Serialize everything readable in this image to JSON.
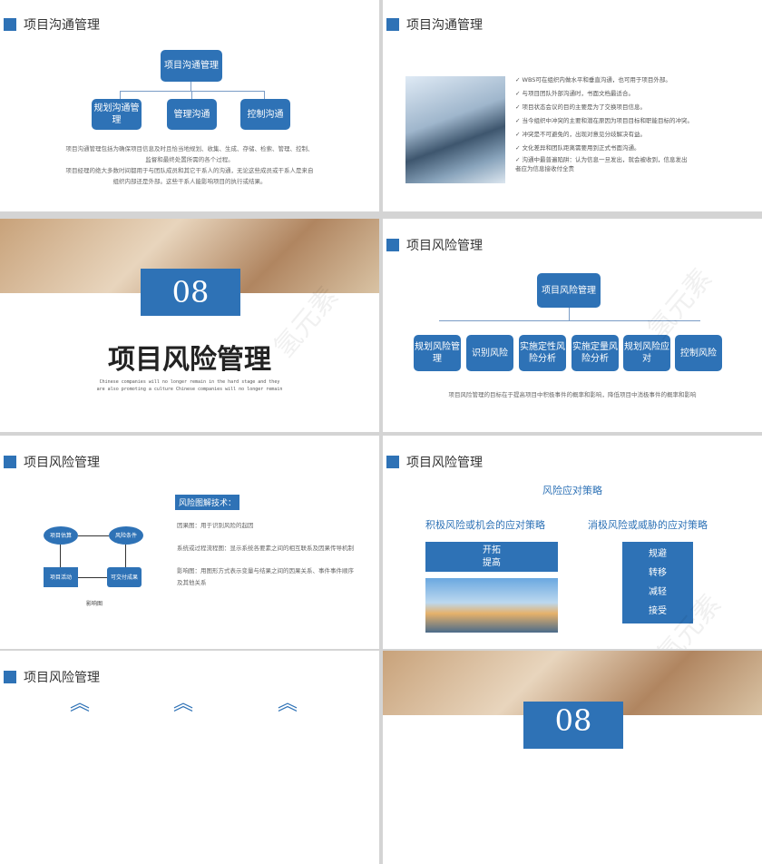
{
  "slide_title_comm": "项目沟通管理",
  "slide_title_risk": "项目风险管理",
  "s1": {
    "root": "项目沟通管理",
    "children": [
      "规划沟通管理",
      "管理沟通",
      "控制沟通"
    ],
    "text": [
      "项目沟通管理包括为确保项目信息及时且恰当地规划、收集、生成、存储、检索、管理、控制、",
      "监督和最终处置所需的各个过程。",
      "项目经理的绝大多数时间都用于与团队成员和其它干系人的沟通，无论这些成员或干系人是来自",
      "组织内部还是外部。这些干系人能影响项目的执行或结果。"
    ]
  },
  "s2": {
    "items": [
      "WBS可在组织内做水平和垂直沟通，也可用于项目外部。",
      "与项目团队外部沟通时，书面文档最适合。",
      "项目状态会议的目的主要是为了交换项目信息。",
      "当今组织中冲突的主要和潜在原因为项目目标和职能目标的冲突。",
      "冲突是不可避免的，出现对意见分歧解决有益。",
      "文化差异和团队距离需要用到正式书面沟通。",
      "沟通中最普遍陷阱：认为信息一旦发出，就会被收到，信息发出者应为信息接收付全责"
    ]
  },
  "s3": {
    "number": "08",
    "title": "项目风险管理",
    "subtitle": [
      "Chinese  companies  will no longer remain in the hard stage and they",
      "are also promoting a culture Chinese  companies  will no longer remain"
    ]
  },
  "s4": {
    "root": "项目风险管理",
    "children": [
      "规划风险管理",
      "识别风险",
      "实施定性风险分析",
      "实施定量风险分析",
      "规划风险应对",
      "控制风险"
    ],
    "text": "项目风险管理的目标在于提高项目中积极事件的概率和影响，降低项目中消极事件的概率和影响"
  },
  "s5": {
    "heading": "风险图解技术：",
    "paras": [
      "因果图：用于识别风险的起因",
      "系统或过程流程图：显示系统各要素之间的相互联系及因果传导机制",
      "影响图：用图形方式表示变量与结果之间的因果关系、事件事件顺序及其他关系"
    ],
    "diagram": {
      "nodes": [
        "项目估算",
        "风险条件",
        "项目活动",
        "可交付成果"
      ],
      "caption": "影响图"
    }
  },
  "s6": {
    "title": "风险应对策略",
    "pos_title": "积极风险或机会的应对策略",
    "neg_title": "消极风险或威胁的应对策略",
    "pos": [
      "开拓",
      "提高"
    ],
    "neg": [
      "规避",
      "转移",
      "减轻",
      "接受"
    ]
  },
  "s8": {
    "number": "08"
  },
  "watermark": "氢元素",
  "colors": {
    "accent": "#2e72b6"
  }
}
